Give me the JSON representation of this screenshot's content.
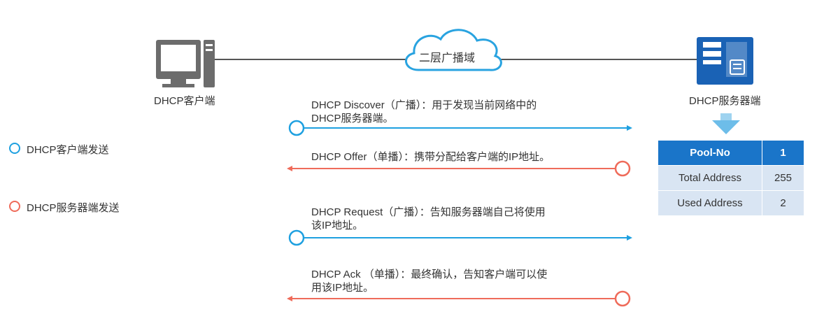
{
  "cloud_label": "二层广播域",
  "client_label": "DHCP客户端",
  "server_label": "DHCP服务器端",
  "legend": {
    "client": "DHCP客户端发送",
    "server": "DHCP服务器端发送"
  },
  "messages": {
    "discover_l1": "DHCP Discover（广播）：用于发现当前网络中的",
    "discover_l2": "DHCP服务器端。",
    "offer_l1": "DHCP Offer（单播）：携带分配给客户端的IP地址。",
    "request_l1": "DHCP Request（广播）：告知服务器端自己将使用",
    "request_l2": "该IP地址。",
    "ack_l1": "DHCP Ack （单播）：最终确认，告知客户端可以使",
    "ack_l2": "用该IP地址。"
  },
  "pool_table": {
    "header": [
      "Pool-No",
      "1"
    ],
    "rows": [
      [
        "Total Address",
        "255"
      ],
      [
        "Used Address",
        "2"
      ]
    ]
  },
  "colors": {
    "client_blue": "#1ea0e0",
    "server_red": "#ef6b5a",
    "server_icon": "#1a62b5",
    "table_header": "#1a75c9",
    "table_body": "#d9e5f3"
  }
}
